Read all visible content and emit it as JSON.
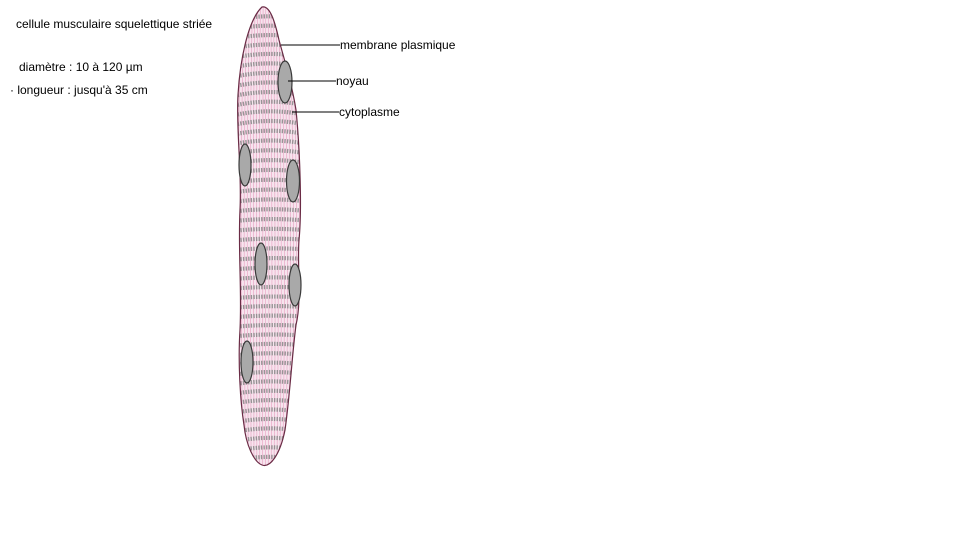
{
  "texts": {
    "title": "cellule musculaire squelettique striée",
    "diameter": " diamètre : 10 à 120 µm",
    "length": "· longueur : jusqu'à 35 cm"
  },
  "labels": {
    "membrane": "membrane plasmique",
    "nucleus": "noyau",
    "cytoplasm": "cytoplasme"
  },
  "colors": {
    "cell_fill": "#f7e4ee",
    "outline": "#6a2b45",
    "band": "#8c8c8c",
    "stria": "#e9a9c6",
    "nucleus_fill": "#a9a9a9",
    "nucleus_stroke": "#3a3a3a"
  }
}
